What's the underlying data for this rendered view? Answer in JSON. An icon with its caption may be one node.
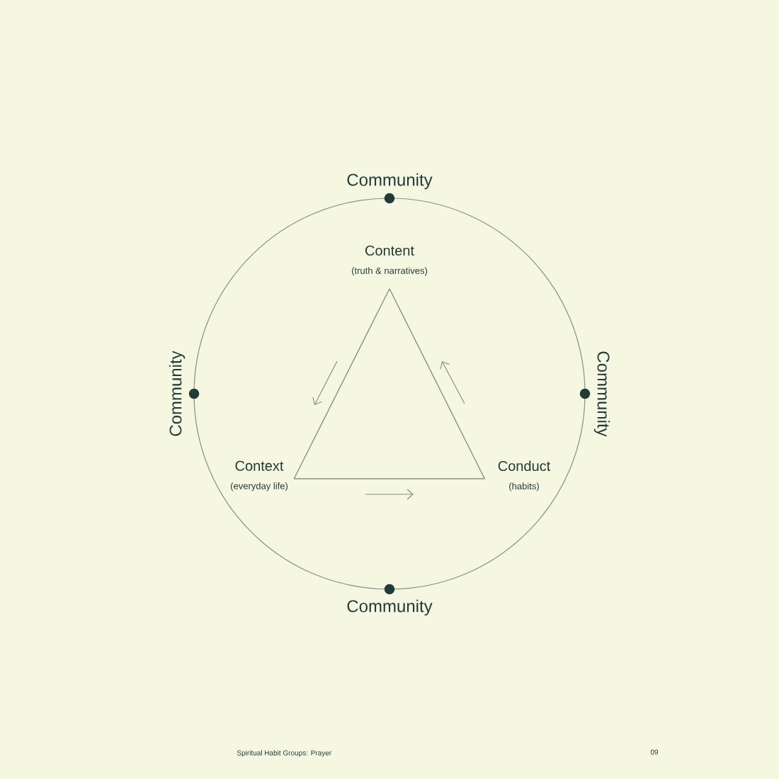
{
  "diagram": {
    "nodes": [
      {
        "text": [
          "Content",
          "(truth & narratives)"
        ]
      },
      {
        "text": [
          "Context",
          "(everyday life)"
        ]
      },
      {
        "text": [
          "Conduct",
          "(habits)"
        ]
      }
    ],
    "edges": [
      {
        "from": 0,
        "to": 1,
        "arrow": "none"
      },
      {
        "from": 1,
        "to": 2,
        "arrow": "none"
      },
      {
        "from": 2,
        "to": 0,
        "arrow": "none"
      }
    ],
    "labels": [
      "Community",
      "Community",
      "Community",
      "Community",
      "Spiritual Habit Groups: Prayer",
      "09"
    ]
  }
}
